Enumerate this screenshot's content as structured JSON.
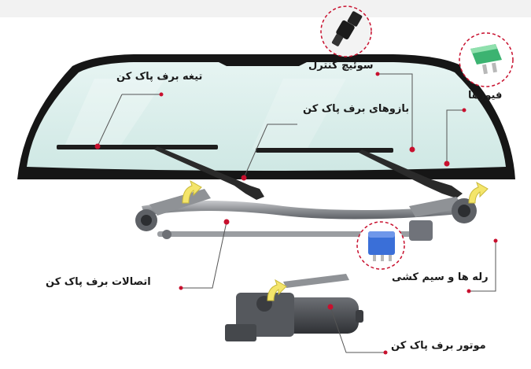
{
  "labels": {
    "wiper_blade": "تیغه برف پاک کن",
    "control_switch": "سوئیچ کنترل",
    "fuses": "فیوزها",
    "wiper_arms": "بازوهای برف پاک کن",
    "wiper_linkage": "اتصالات برف پاک کن",
    "relays_wiring": "رله ها و سیم کشی",
    "wiper_motor": "موتور برف پاک کن"
  },
  "colors": {
    "glass": "#d4ece9",
    "frame": "#1b1b1b",
    "marker": "#c8102e",
    "metal": "#8a8d91",
    "arrow": "#f4e56b",
    "fuse_green": "#3cb371",
    "relay_blue": "#3a6fd8"
  },
  "icons": {
    "switch": "ignition-switch-icon",
    "fuse": "fuse-icon",
    "relay": "relay-icon"
  }
}
